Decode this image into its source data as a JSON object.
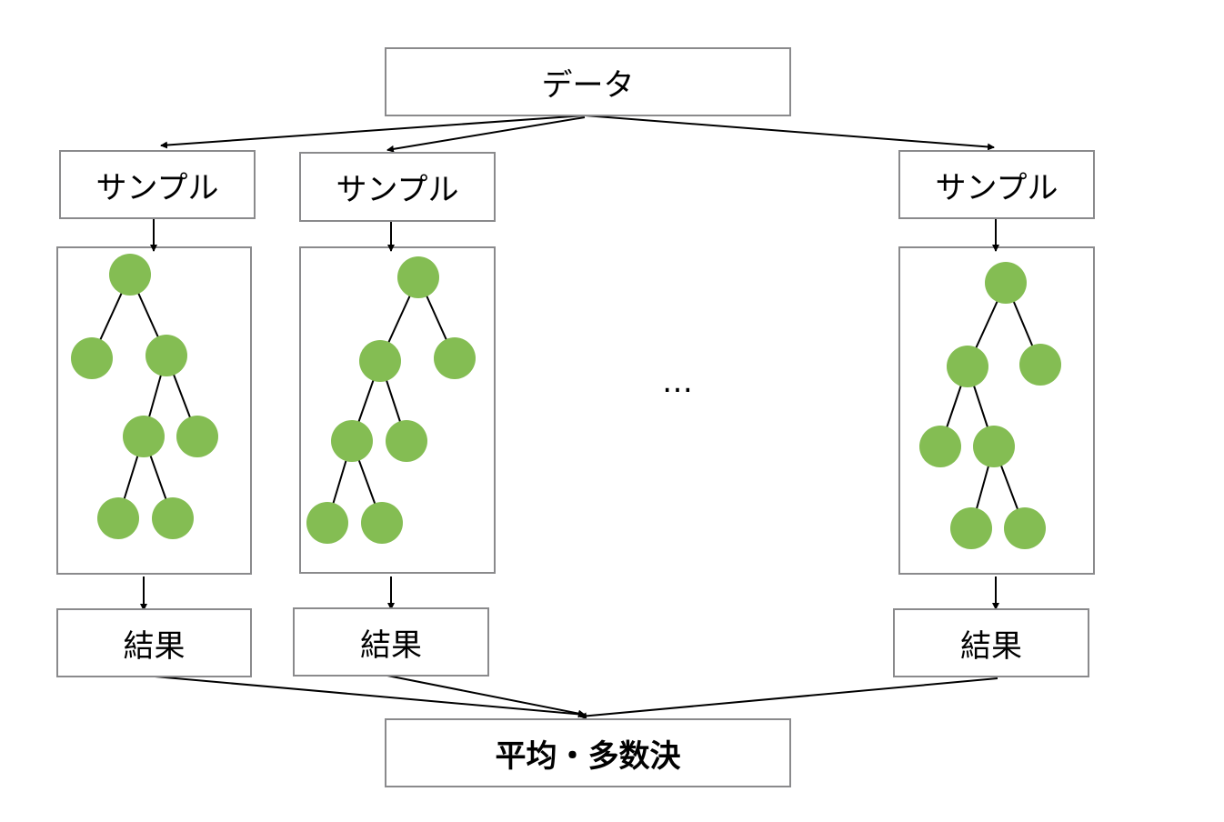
{
  "data_label": "データ",
  "sample_label": "サンプル",
  "result_label": "結果",
  "aggregate_label": "平均・多数決",
  "ellipsis": "…",
  "colors": {
    "node": "#84bd53",
    "border": "#8a8a8c",
    "line": "#000000"
  }
}
